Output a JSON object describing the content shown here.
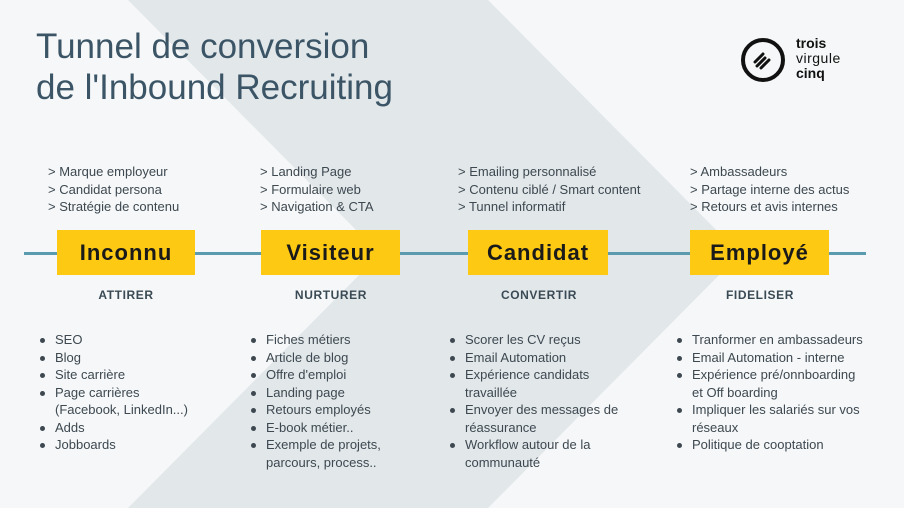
{
  "title": {
    "line1": "Tunnel de conversion",
    "line2": "de l'Inbound Recruiting"
  },
  "logo": {
    "line1": "trois",
    "line2": "virgule",
    "line3": "cinq",
    "accent_color": "#fdc912"
  },
  "colors": {
    "background": "#f5f7f8",
    "chevron": "#e2e7ea",
    "timeline": "#5a9bb0",
    "stage_box": "#fdc912",
    "title": "#3b5566"
  },
  "stages": [
    {
      "name": "Inconnu",
      "verb": "ATTIRER",
      "tactics": [
        "Marque employeur",
        "Candidat persona",
        "Stratégie de contenu"
      ],
      "actions": [
        [
          "SEO"
        ],
        [
          "Blog"
        ],
        [
          "Site carrière"
        ],
        [
          "Page carrières",
          "(Facebook, LinkedIn...)"
        ],
        [
          "Adds"
        ],
        [
          "Jobboards"
        ]
      ]
    },
    {
      "name": "Visiteur",
      "verb": "NURTURER",
      "tactics": [
        "Landing Page",
        "Formulaire web",
        "Navigation & CTA"
      ],
      "actions": [
        [
          "Fiches métiers"
        ],
        [
          "Article de blog"
        ],
        [
          "Offre d'emploi"
        ],
        [
          "Landing page"
        ],
        [
          "Retours employés"
        ],
        [
          "E-book métier.."
        ],
        [
          "Exemple de projets,",
          "parcours, process.."
        ]
      ]
    },
    {
      "name": "Candidat",
      "verb": "CONVERTIR",
      "tactics": [
        "Emailing personnalisé",
        "Contenu ciblé / Smart content",
        "Tunnel informatif"
      ],
      "actions": [
        [
          "Scorer les CV reçus"
        ],
        [
          "Email Automation"
        ],
        [
          "Expérience candidats",
          "travaillée"
        ],
        [
          "Envoyer des messages de",
          "réassurance"
        ],
        [
          "Workflow autour de la",
          "communauté"
        ]
      ]
    },
    {
      "name": "Employé",
      "verb": "FIDELISER",
      "tactics": [
        "Ambassadeurs",
        "Partage interne des actus",
        "Retours et avis internes"
      ],
      "actions": [
        [
          "Tranformer en ambassadeurs"
        ],
        [
          "Email Automation - interne"
        ],
        [
          "Expérience pré/onnboarding",
          "et Off boarding"
        ],
        [
          "Impliquer les salariés sur vos",
          "réseaux"
        ],
        [
          "Politique de cooptation"
        ]
      ]
    }
  ]
}
